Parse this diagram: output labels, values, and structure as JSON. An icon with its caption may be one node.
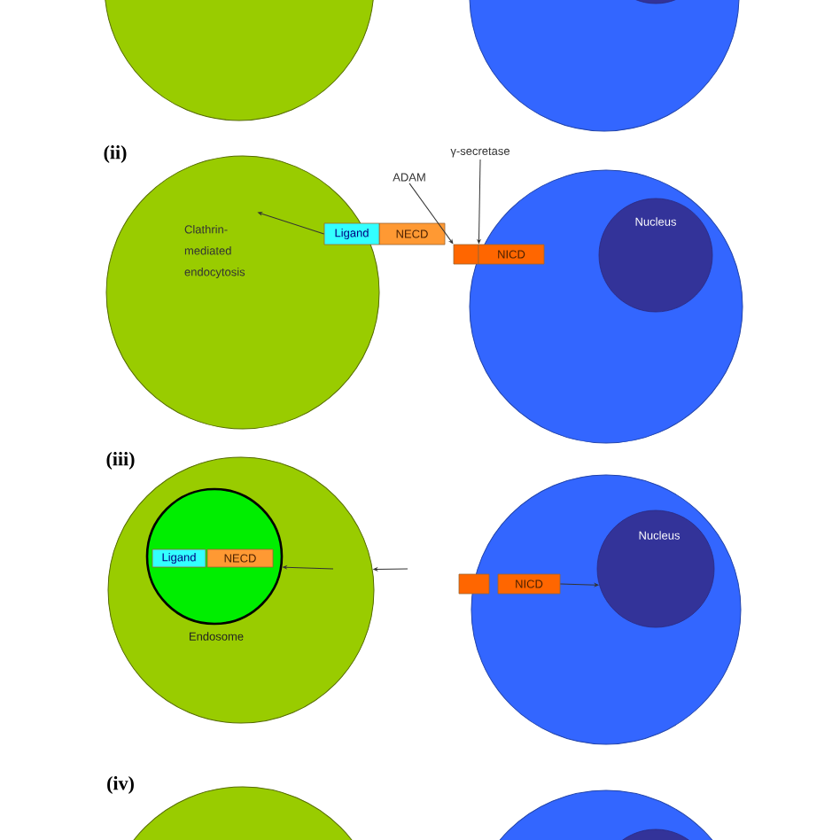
{
  "diagram": {
    "nodes": [
      {
        "text": [],
        "shape": "circle"
      },
      {
        "text": [],
        "shape": "circle"
      },
      {
        "text": [],
        "shape": "circle",
        "in": 1
      },
      {
        "text": [
          "ADAM"
        ]
      },
      {
        "text": [
          "γ-secretase"
        ]
      },
      {
        "text": [],
        "shape": "circle"
      },
      {
        "text": [
          "Clathrin-mediated endocytosis"
        ],
        "in": 5
      },
      {
        "text": [
          "Ligand"
        ],
        "in": 5
      },
      {
        "text": [
          "NECD"
        ]
      },
      {
        "text": [],
        "shape": "box"
      },
      {
        "text": [
          "NICD"
        ],
        "in": 11
      },
      {
        "text": [],
        "shape": "circle"
      },
      {
        "text": [
          "Nucleus"
        ],
        "in": 11
      },
      {
        "text": [],
        "shape": "circle"
      },
      {
        "text": [
          "Endosome"
        ],
        "in": 13
      },
      {
        "text": [
          "Ligand"
        ],
        "in": 14
      },
      {
        "text": [
          "NECD"
        ],
        "in": 14
      },
      {
        "text": [],
        "shape": "circle"
      },
      {
        "text": [
          "Nucleus"
        ],
        "in": 17
      },
      {
        "text": [],
        "shape": "box",
        "in": 17
      },
      {
        "text": [
          "NICD"
        ],
        "in": 17
      },
      {
        "text": [],
        "shape": "circle"
      },
      {
        "text": [],
        "shape": "circle"
      },
      {
        "text": [],
        "shape": "circle",
        "in": 22
      }
    ],
    "edges": [
      {
        "from": 7,
        "to": 6,
        "arrow": "to"
      },
      {
        "from": 3,
        "to": 9,
        "arrow": "to"
      },
      {
        "from": 4,
        "to": 9,
        "arrow": "to"
      },
      {
        "from": null,
        "to": 13,
        "arrow": "to"
      },
      {
        "from": null,
        "to": 14,
        "arrow": "to"
      },
      {
        "from": 20,
        "to": 18,
        "arrow": "to"
      }
    ],
    "labels": [
      "(ii)",
      "(iii)",
      "(iv)"
    ]
  }
}
